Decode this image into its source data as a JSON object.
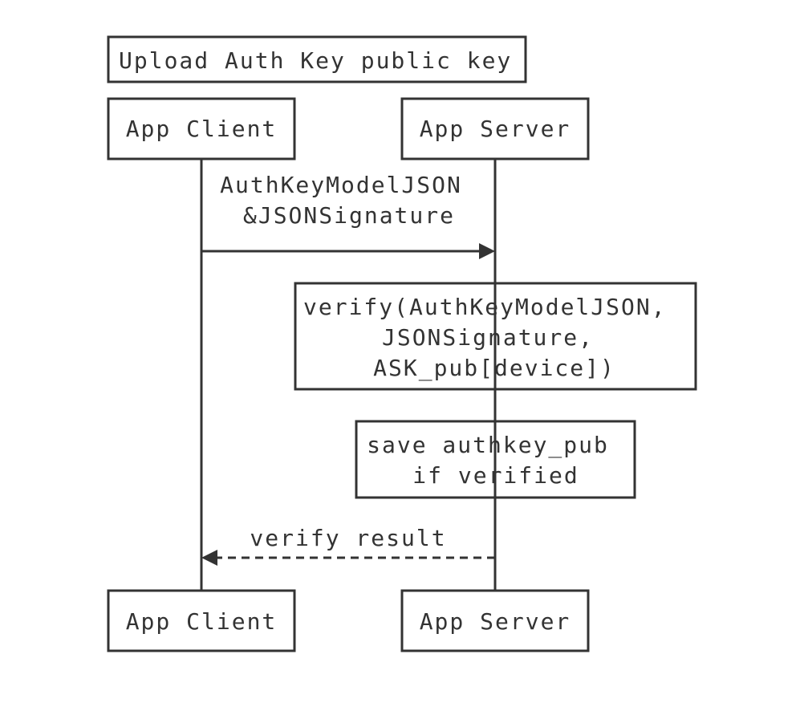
{
  "title": "Upload Auth Key public key",
  "participants": {
    "client": "App Client",
    "server": "App Server"
  },
  "messages": {
    "request": {
      "line1": "AuthKeyModelJSON",
      "line2": "&JSONSignature",
      "style": "solid",
      "direction": "client-to-server"
    },
    "response": {
      "label": "verify result",
      "style": "dashed",
      "direction": "server-to-client"
    }
  },
  "notes": {
    "verify": {
      "line1": "verify(AuthKeyModelJSON,",
      "line2": "JSONSignature,",
      "line3": "ASK_pub[device])"
    },
    "save": {
      "line1": "save authkey_pub",
      "line2": "if verified"
    }
  },
  "colors": {
    "stroke": "#333333",
    "background": "#ffffff"
  }
}
